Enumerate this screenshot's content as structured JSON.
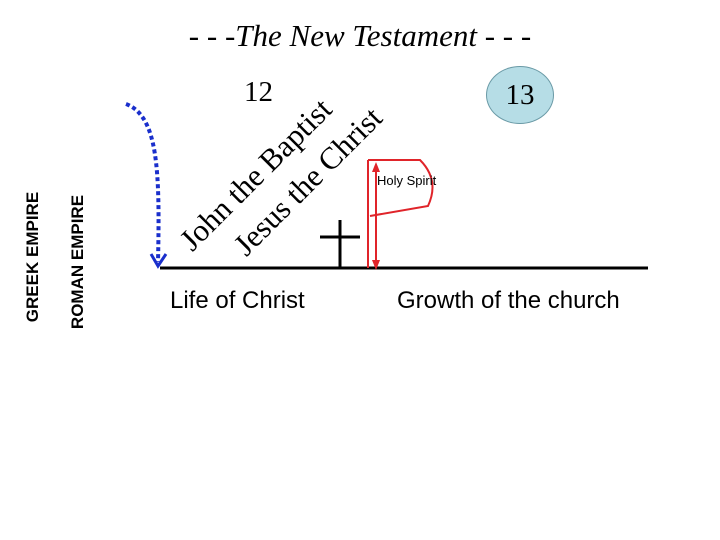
{
  "title": "- - -The New Testament - - -",
  "marker_12": "12",
  "marker_13": "13",
  "empires": {
    "greek": "GREEK EMPIRE",
    "roman": "ROMAN EMPIRE"
  },
  "slanted_labels": {
    "john": "John the Baptist",
    "jesus": "Jesus the Christ"
  },
  "holy_spirit": "Holy Spirit",
  "captions": {
    "life": "Life of Christ",
    "growth": "Growth of the church"
  },
  "colors": {
    "accent_blue": "#1a2fcc",
    "red": "#e0242a",
    "circle_fill": "#b6dde6"
  }
}
